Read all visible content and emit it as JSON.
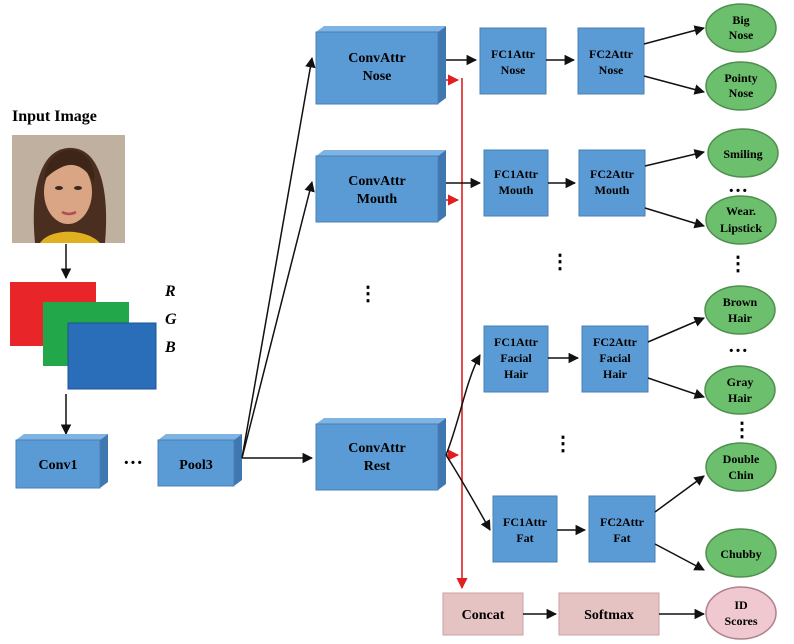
{
  "input_label": "Input Image",
  "channels": {
    "r": "R",
    "g": "G",
    "b": "B"
  },
  "layers": {
    "conv1": "Conv1",
    "pool3": "Pool3",
    "ellipsis": "···"
  },
  "conv_attr": [
    {
      "line1": "ConvAttr",
      "line2": "Nose"
    },
    {
      "line1": "ConvAttr",
      "line2": "Mouth"
    },
    {
      "line1": "ConvAttr",
      "line2": "Rest"
    }
  ],
  "fc1": [
    {
      "line1": "FC1Attr",
      "line2": "Nose"
    },
    {
      "line1": "FC1Attr",
      "line2": "Mouth"
    },
    {
      "line1": "FC1Attr",
      "line2": "Facial",
      "line3": "Hair"
    },
    {
      "line1": "FC1Attr",
      "line2": "Fat"
    }
  ],
  "fc2": [
    {
      "line1": "FC2Attr",
      "line2": "Nose"
    },
    {
      "line1": "FC2Attr",
      "line2": "Mouth"
    },
    {
      "line1": "FC2Attr",
      "line2": "Facial",
      "line3": "Hair"
    },
    {
      "line1": "FC2Attr",
      "line2": "Fat"
    }
  ],
  "attributes": [
    {
      "line1": "Big",
      "line2": "Nose"
    },
    {
      "line1": "Pointy",
      "line2": "Nose"
    },
    {
      "line1": "Smiling",
      "line2": ""
    },
    {
      "line1": "Wear.",
      "line2": "Lipstick"
    },
    {
      "line1": "Brown",
      "line2": "Hair"
    },
    {
      "line1": "Gray",
      "line2": "Hair"
    },
    {
      "line1": "Double",
      "line2": "Chin"
    },
    {
      "line1": "Chubby",
      "line2": ""
    }
  ],
  "concat": "Concat",
  "softmax": "Softmax",
  "id_scores": {
    "line1": "ID",
    "line2": "Scores"
  },
  "vdots": "⋮",
  "hdots": "…",
  "colors": {
    "box": "#5b9bd5",
    "green": "#6cbf6c",
    "pink": "#e6c3c3",
    "red": "#e02020"
  }
}
